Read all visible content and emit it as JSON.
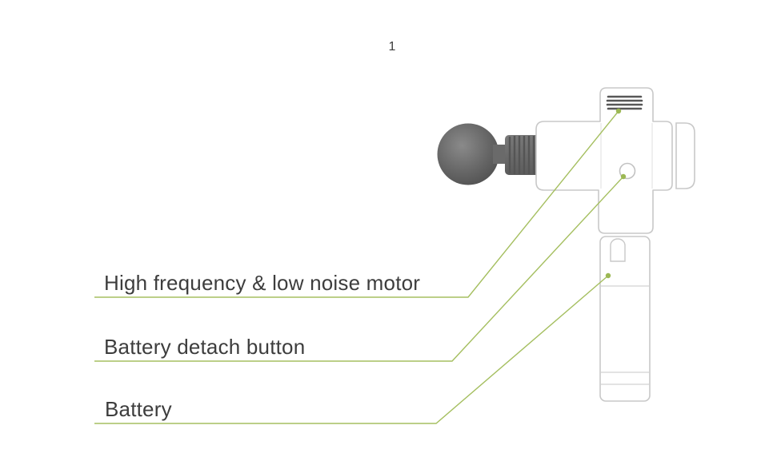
{
  "page": {
    "figure_number": "1"
  },
  "diagram": {
    "device": "massage-gun",
    "labels": [
      {
        "text": "High frequency & low noise motor",
        "target": "motor-vent"
      },
      {
        "text": "Battery detach button",
        "target": "detach-button"
      },
      {
        "text": "Battery",
        "target": "battery"
      }
    ],
    "colors": {
      "leader_line": "#a5bf60",
      "leader_dot": "#9cb854",
      "label_text": "#3d3d3d",
      "device_outline": "#c8c8c8",
      "device_dark_parts": "#666666"
    }
  }
}
